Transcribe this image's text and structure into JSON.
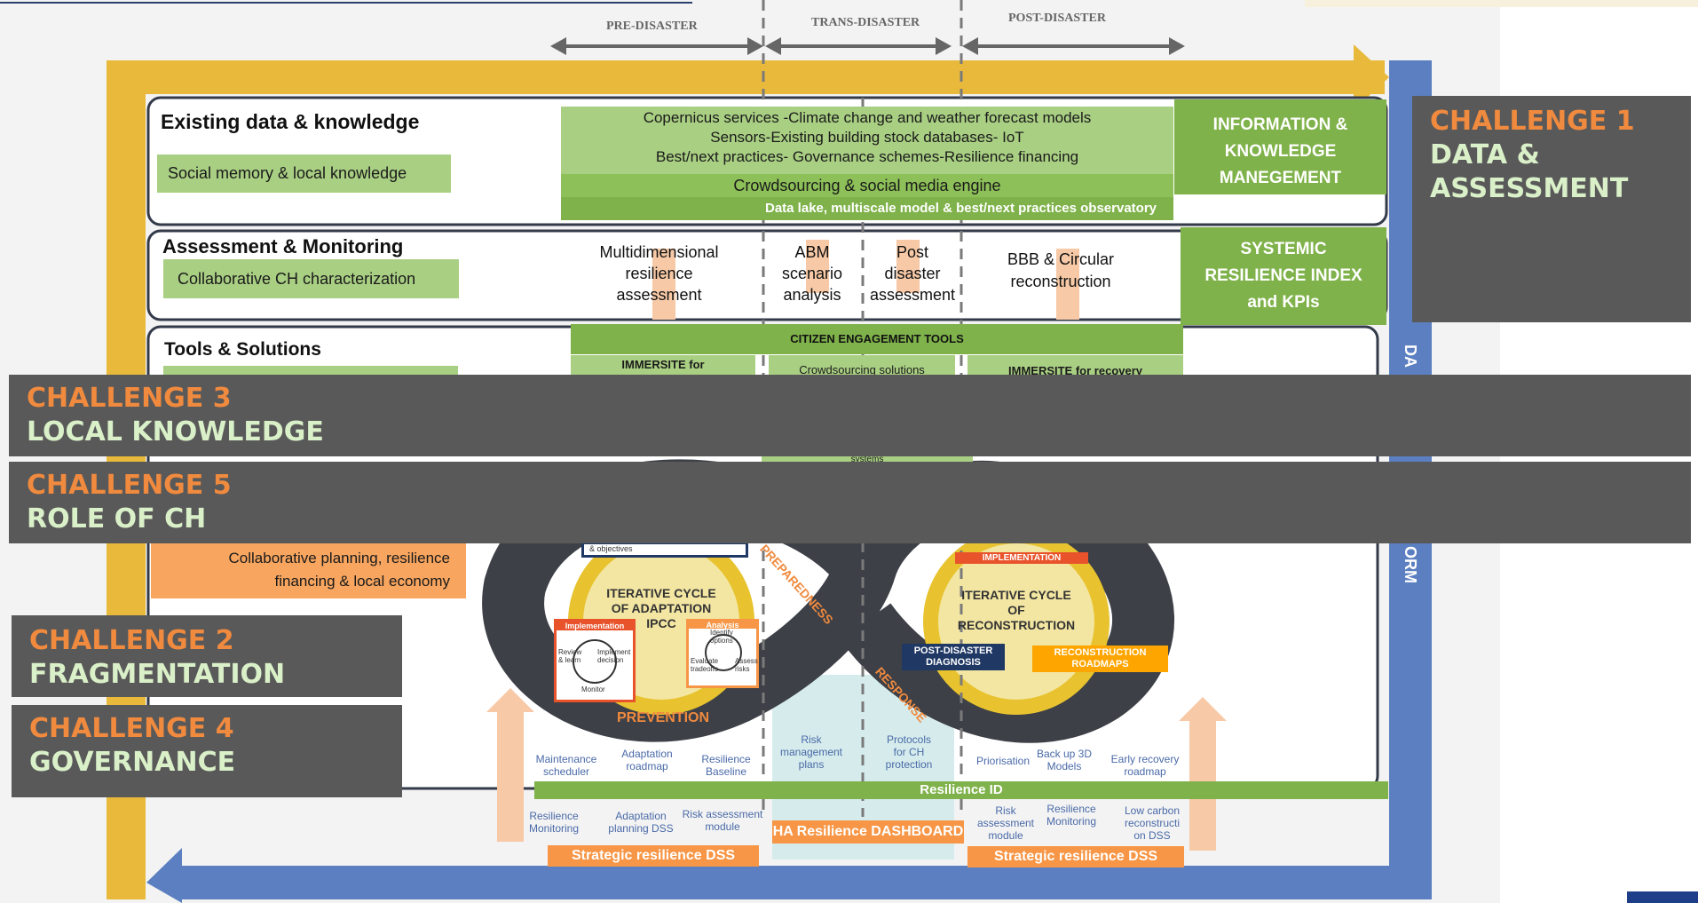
{
  "phases": {
    "pre": "PRE-DISASTER",
    "trans": "TRANS-DISASTER",
    "post": "POST-DISASTER"
  },
  "sections": {
    "existing": {
      "title": "Existing data & knowledge",
      "left_label": "Social memory & local knowledge",
      "lines": [
        "Copernicus services -Climate change and weather forecast models",
        "Sensors-Existing  building stock databases- IoT",
        "Best/next practices- Governance schemes-Resilience financing"
      ],
      "crowd": "Crowdsourcing & social media engine",
      "lake": "Data lake, multiscale model & best/next practices observatory",
      "side": "INFORMATION  &\nKNOWLEDGE\nMANEGEMENT"
    },
    "assessment": {
      "title": "Assessment & Monitoring",
      "left_label": "Collaborative CH characterization",
      "multi": "Multidimensional\nresilience\nassessment",
      "abm": "ABM\nscenario\nanalysis",
      "post": "Post\ndisaster\nassessment",
      "bbb": "BBB & Circular\nreconstruction",
      "side": "SYSTEMIC\nRESILIENCE INDEX\nand KPIs"
    },
    "tools": {
      "title": "Tools & Solutions",
      "citizen": "CITIZEN ENGAGEMENT TOOLS",
      "immersite": "IMMERSITE for",
      "crowd": "Crowdsourcing solutions",
      "immersite_recovery": "IMMERSITE for recovery",
      "systems": "systems"
    },
    "planning": {
      "objectives": "& objectives",
      "left_label": "Collaborative planning,  resilience\nfinancing & local economy"
    }
  },
  "cycle": {
    "adaptation": "ITERATIVE CYCLE\nOF ADAPTATION\nIPCC",
    "implementation": "Implementation",
    "review": "Review\n& learn",
    "implement_decision": "Implement\ndecision",
    "monitor": "Monitor",
    "analysis": "Analysis",
    "identify": "Identify\noptions",
    "evaluate": "Evaluate\ntradeoffs",
    "assess": "Assess\nrisks",
    "prevention": "PREVENTION",
    "preparedness": "PREPAREDNESS",
    "response": "RESPONSE",
    "reconstruction": "ITERATIVE CYCLE\nOF\nRECONSTRUCTION",
    "implementation_top": "IMPLEMENTATION",
    "post_diag": "POST-DISASTER\nDIAGNOSIS",
    "roadmaps": "RECONSTRUCTION\nROADMAPS"
  },
  "bottom": {
    "maint": "Maintenance\nscheduler",
    "adapt_road": "Adaptation\nroadmap",
    "baseline": "Resilience\nBaseline",
    "risk_plans": "Risk\nmanagement\nplans",
    "protocols": "Protocols\nfor CH\nprotection",
    "prior": "Priorisation",
    "backup": "Back up 3D\nModels",
    "early": "Early recovery\nroadmap",
    "resilience_id": "Resilience ID",
    "res_mon": "Resilience\nMonitoring",
    "adapt_dss": "Adaptation\nplanning DSS",
    "risk_module": "Risk assessment\nmodule",
    "dashboard": "HA Resilience DASHBOARD",
    "risk_module2": "Risk\nassessment\nmodule",
    "res_mon2": "Resilience\nMonitoring",
    "low_carbon": "Low carbon\nreconstructi\non DSS",
    "strategic_left": "Strategic resilience DSS",
    "strategic_right": "Strategic resilience DSS"
  },
  "platform": {
    "top": "DA",
    "bottom": "ORM"
  },
  "challenges": [
    {
      "line1": "CHALLENGE 1",
      "line2": "DATA &",
      "line3": "ASSESSMENT"
    },
    {
      "line1": "CHALLENGE 3",
      "line2": "LOCAL KNOWLEDGE"
    },
    {
      "line1": "CHALLENGE 5",
      "line2": "ROLE OF CH"
    },
    {
      "line1": "CHALLENGE 2",
      "line2": "FRAGMENTATION"
    },
    {
      "line1": "CHALLENGE 4",
      "line2": "GOVERNANCE"
    }
  ],
  "colors": {
    "yellow": "#e8b93a",
    "blue": "#5b7fc0",
    "green": "#8dc058",
    "orange": "#f79646",
    "overlay": "#595959",
    "challenge_orange": "#f08a3e",
    "challenge_green": "#d9f0c8"
  }
}
